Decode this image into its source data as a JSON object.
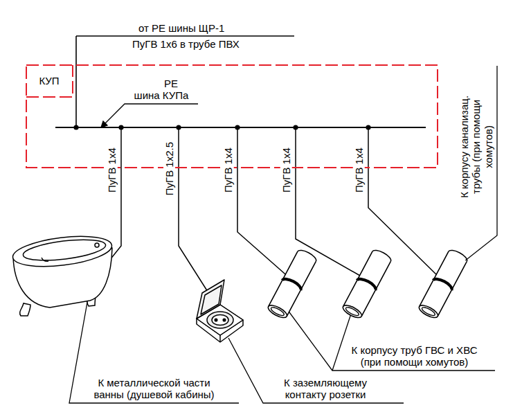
{
  "diagram": {
    "nodes": [
      {
        "text": [
          "КУП"
        ]
      }
    ],
    "labels": [
      "от РЕ шины ЩР-1",
      "ПуГВ 1х6 в трубе ПВХ",
      "РЕ шина КУПа",
      "ПуГВ 1х4",
      "ПуГВ 1х2.5",
      "ПуГВ 1х4",
      "ПуГВ 1х4",
      "ПуГВ 1х4",
      "К корпусу канализац. трубы (при помощи хомутов)",
      "К металлической части ванны (душевой кабины)",
      "К заземляющему контакту розетки",
      "К корпусу труб ГВС и ХВС (при помощи хомутов)"
    ]
  }
}
